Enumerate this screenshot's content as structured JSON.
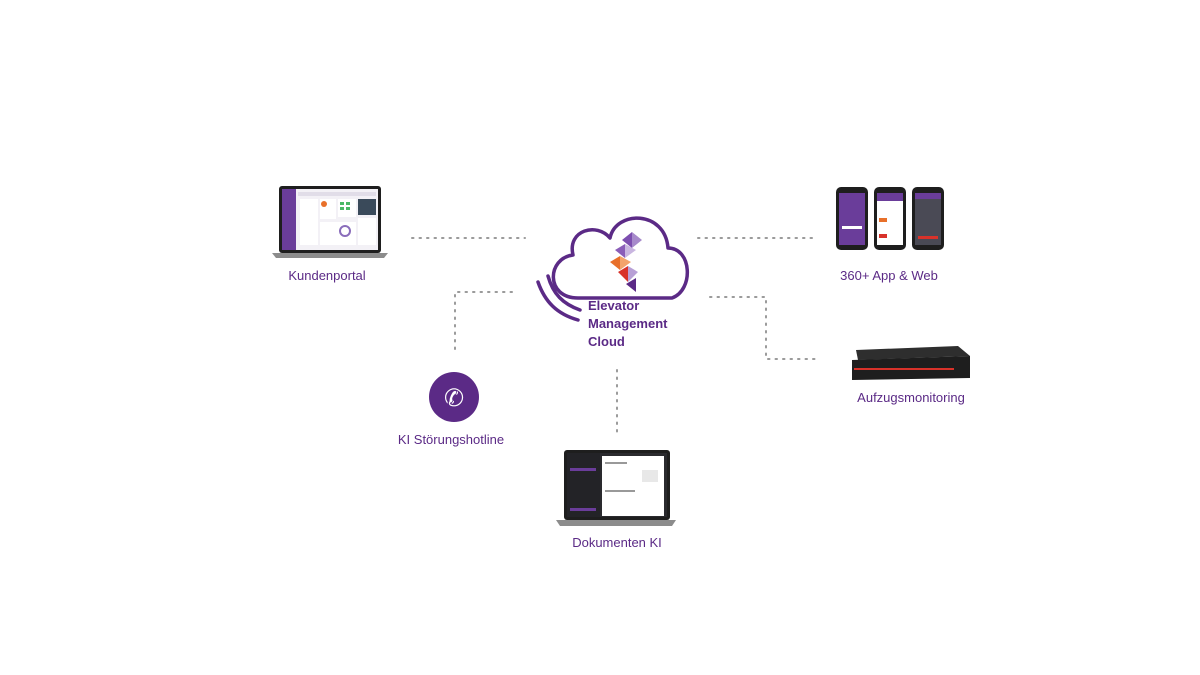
{
  "colors": {
    "brand": "#5b2a86",
    "dots": "#9a9a9a",
    "accent_orange": "#e8702a",
    "accent_red": "#d8322a"
  },
  "center": {
    "title_lines": [
      "Elevator",
      "Management",
      "Cloud"
    ],
    "icon": "cloud-icon"
  },
  "nodes": {
    "customer_portal": {
      "label": "Kundenportal",
      "icon": "laptop-dashboard-icon"
    },
    "app_web": {
      "label": "360+ App & Web",
      "icon": "smartphones-icon"
    },
    "hotline": {
      "label": "KI Störungshotline",
      "icon": "phone-icon"
    },
    "monitoring": {
      "label": "Aufzugsmonitoring",
      "icon": "monitoring-device-icon"
    },
    "documents": {
      "label": "Dokumenten KI",
      "icon": "laptop-document-icon"
    }
  }
}
